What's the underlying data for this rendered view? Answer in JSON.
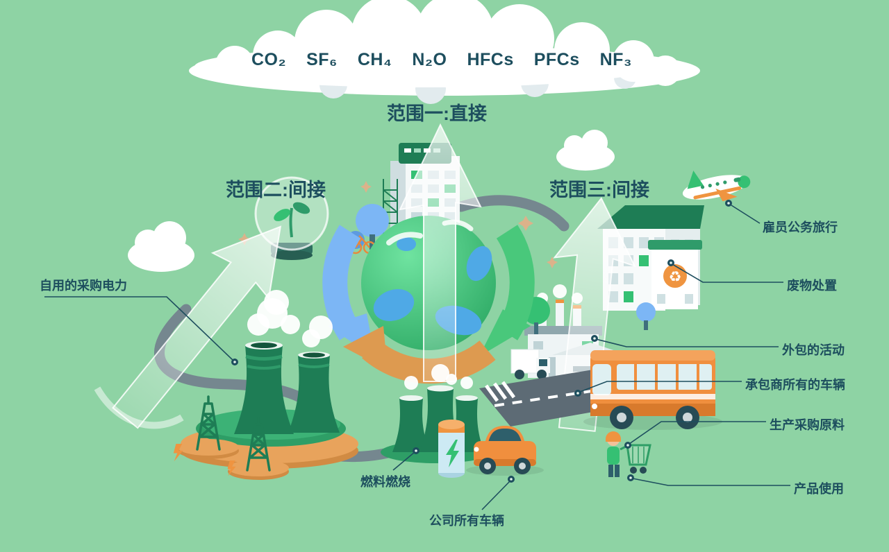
{
  "meta": {
    "background_color": "#8ed3a4",
    "text_color": "#1d4e5e",
    "palette": {
      "dark_green": "#1e7d55",
      "green": "#35c073",
      "orange": "#f08f3e",
      "blue": "#7cb6f5",
      "tan": "#dd9a50",
      "cloud_white": "#ffffff"
    }
  },
  "gas_cloud": {
    "gases": [
      "CO₂",
      "SF₆",
      "CH₄",
      "N₂O",
      "HFCs",
      "PFCs",
      "NF₃"
    ]
  },
  "scopes": {
    "scope1": "范围一:直接",
    "scope2": "范围二:间接",
    "scope3": "范围三:间接"
  },
  "labels": {
    "purchased_electricity": "自用的采购电力",
    "employee_travel": "雇员公务旅行",
    "waste_disposal": "废物处置",
    "outsourced_activities": "外包的活动",
    "contractor_vehicles": "承包商所有的车辆",
    "purchased_materials": "生产采购原料",
    "product_use": "产品使用",
    "fuel_combustion": "燃料燃烧",
    "company_vehicles": "公司所有车辆"
  }
}
